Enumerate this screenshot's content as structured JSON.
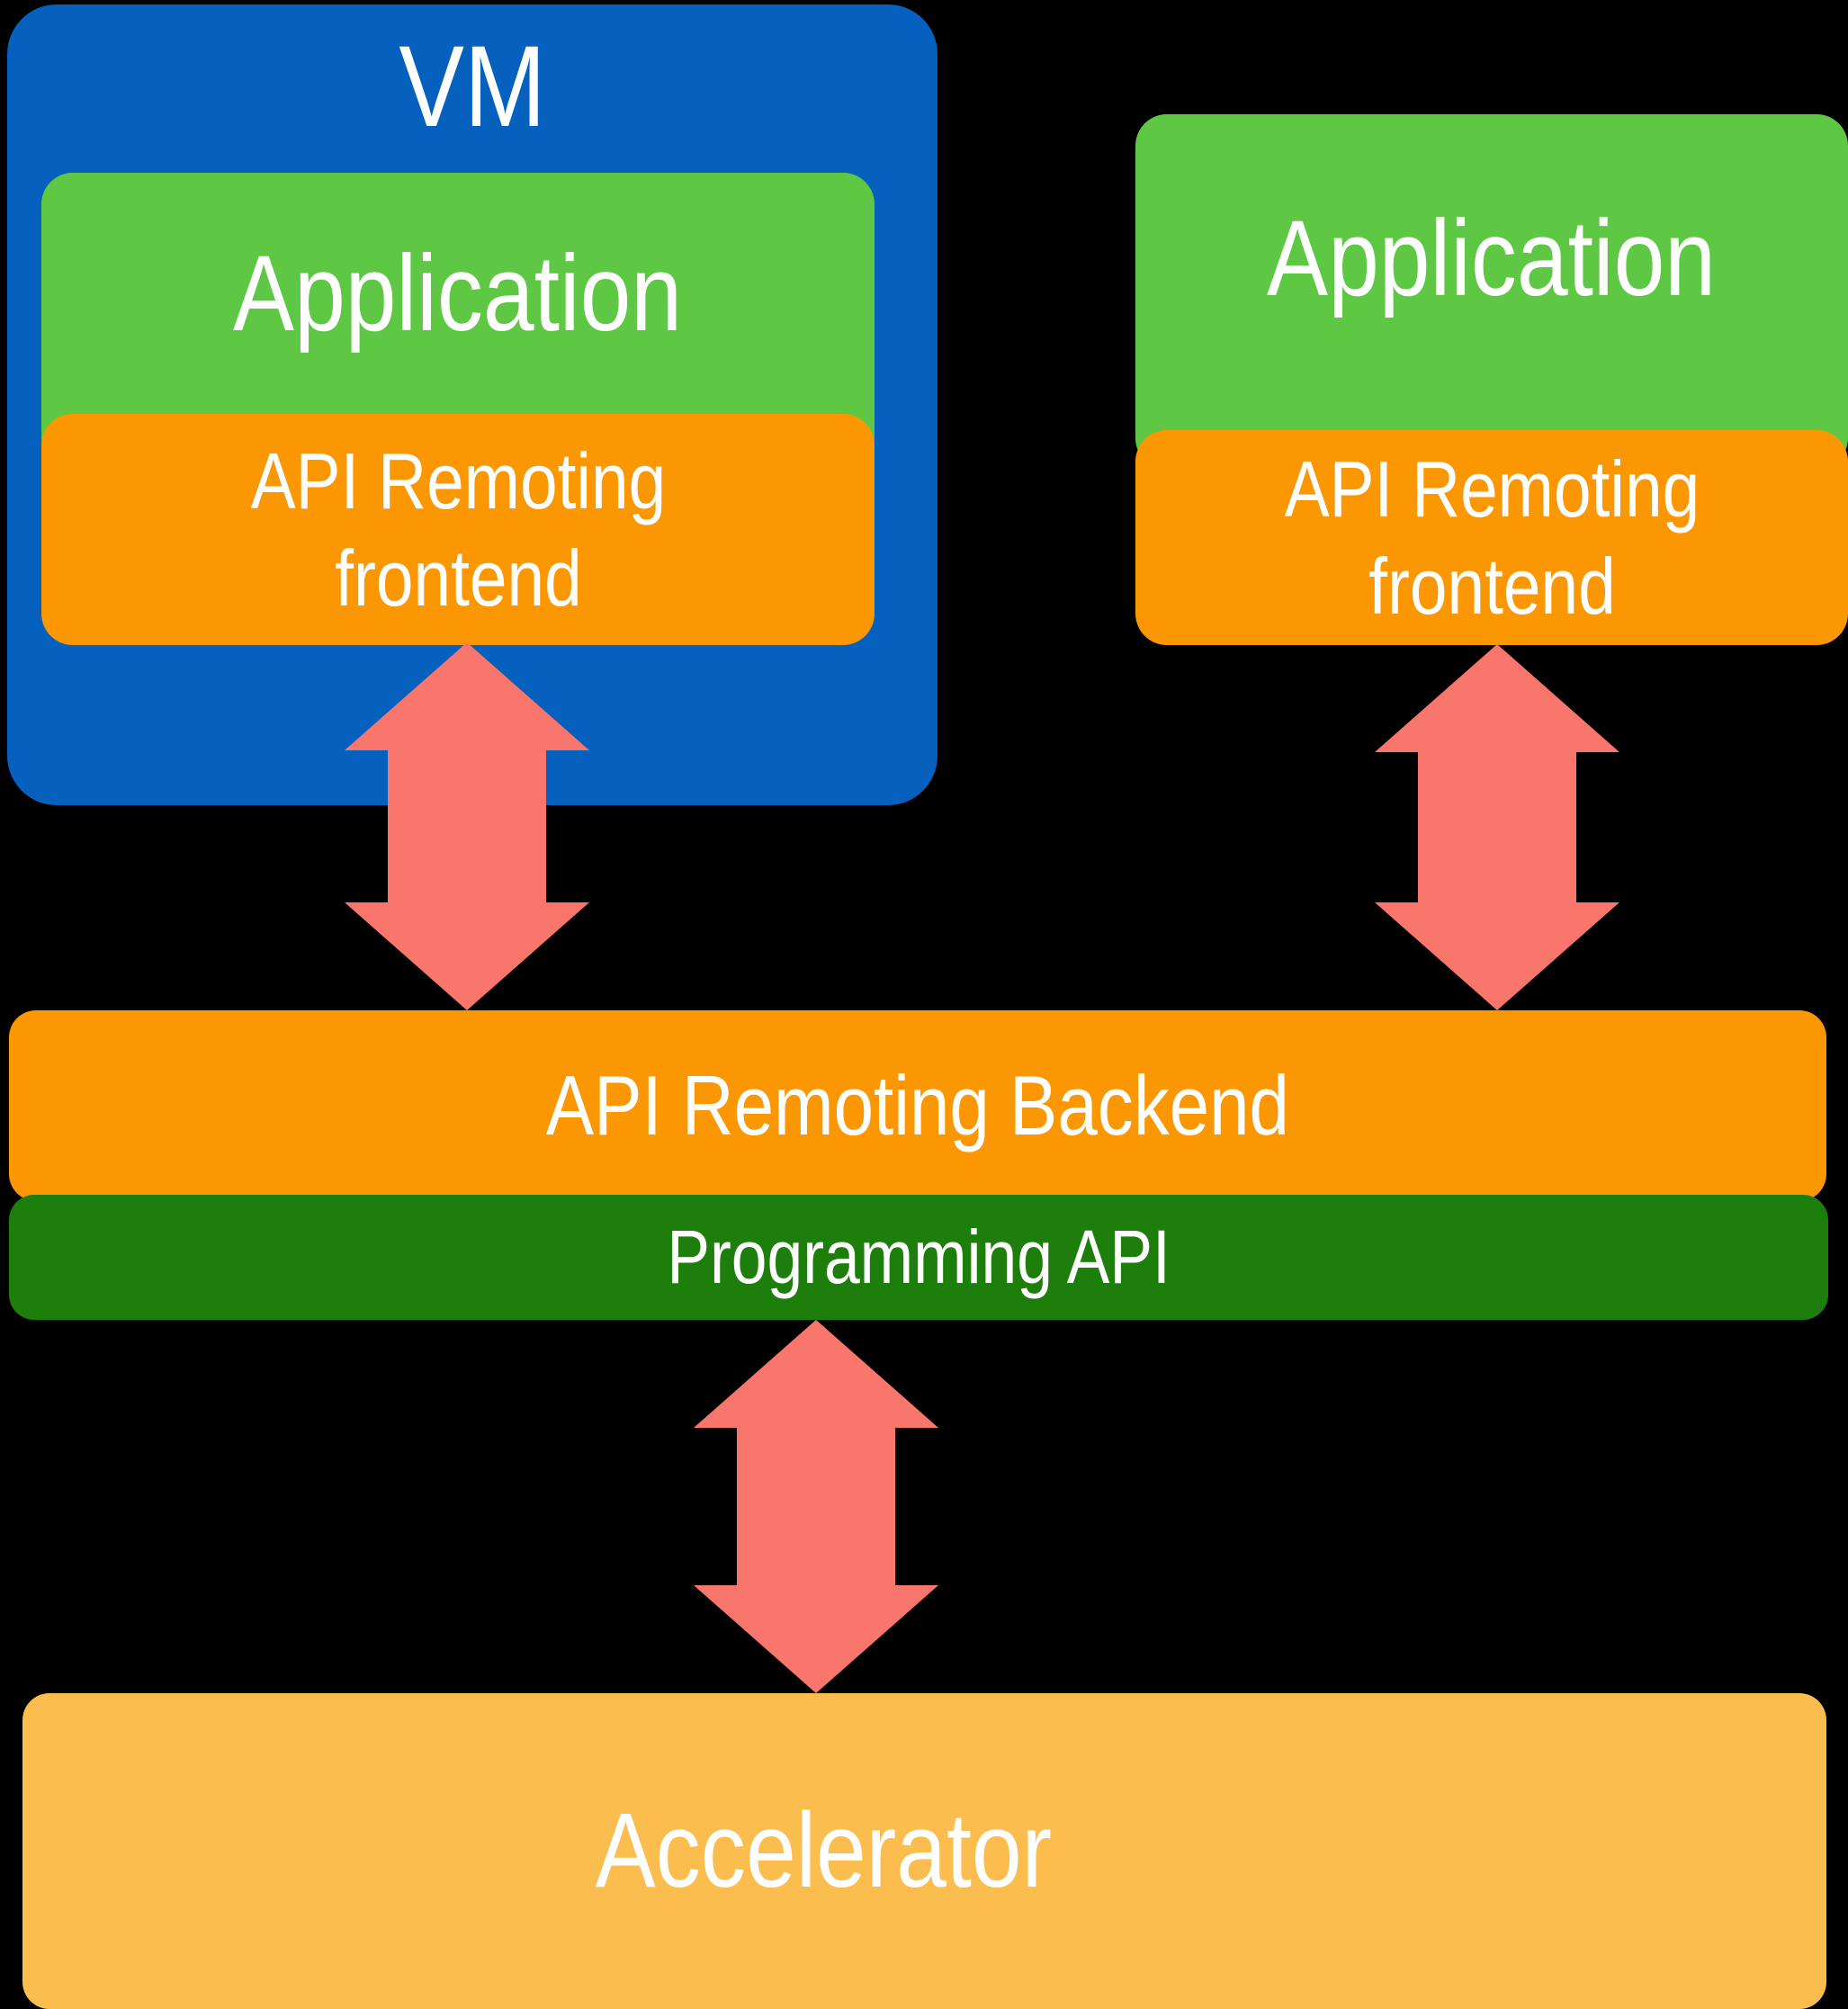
{
  "diagram": {
    "background": "#000000",
    "text_color": "#FFFFFF",
    "colors": {
      "vm_blue": "#0560BE",
      "application_green": "#5EC845",
      "api_orange": "#FA9702",
      "programming_green": "#1E7E0B",
      "accelerator_amber": "#FBBD4E",
      "arrow_salmon": "#F9766C"
    },
    "vm": {
      "label": "VM"
    },
    "left": {
      "application": "Application",
      "frontend_line1": "API Remoting",
      "frontend_line2": "frontend"
    },
    "right": {
      "application": "Application",
      "frontend_line1": "API Remoting",
      "frontend_line2": "frontend"
    },
    "backend": {
      "label": "API Remoting Backend"
    },
    "programming": {
      "label": "Programming API"
    },
    "accelerator": {
      "label": "Accelerator"
    },
    "arrows": {
      "left": "up-down-arrow",
      "right": "up-down-arrow",
      "center": "up-down-arrow"
    }
  }
}
